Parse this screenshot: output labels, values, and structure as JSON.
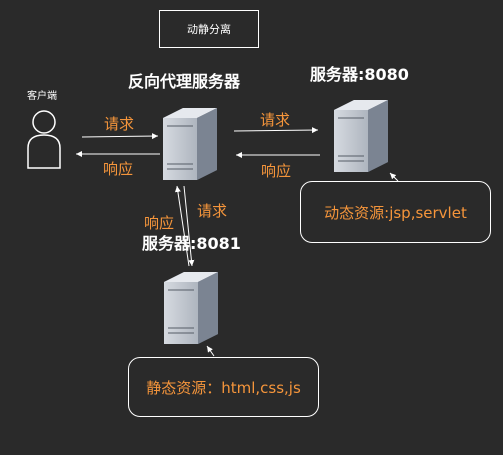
{
  "title": "动静分离",
  "client": {
    "label": "客户端"
  },
  "proxy": {
    "label": "反向代理服务器"
  },
  "server_dynamic": {
    "label": "服务器:8080",
    "resource": "动态资源:jsp,servlet"
  },
  "server_static": {
    "label": "服务器:8081",
    "resource": "静态资源：html,css,js"
  },
  "edges": {
    "client_to_proxy": "请求",
    "proxy_to_client": "响应",
    "proxy_to_dynamic": "请求",
    "dynamic_to_proxy": "响应",
    "proxy_to_static": "请求",
    "static_to_proxy": "响应"
  },
  "colors": {
    "background": "#2a2a2a",
    "accent_text": "#f5953b",
    "line": "#ffffff",
    "server_light": "#c9ced6",
    "server_dark": "#6b7482"
  }
}
